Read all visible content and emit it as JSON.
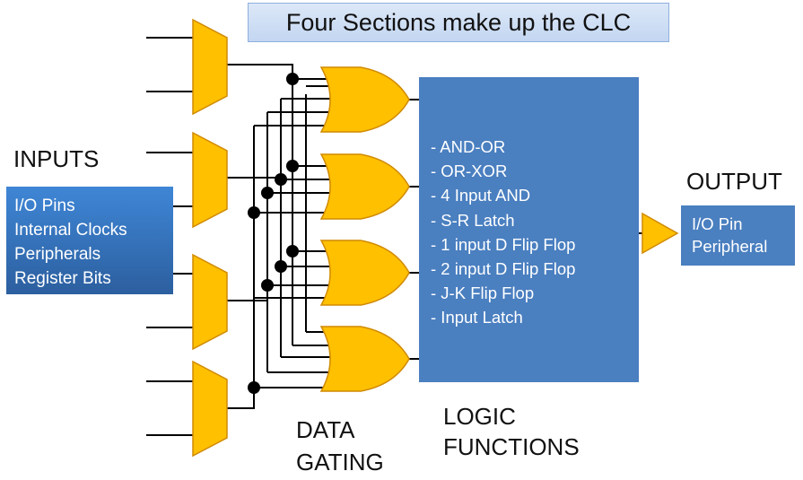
{
  "title": "Four Sections make up the CLC",
  "inputs": {
    "heading": "INPUTS",
    "items": [
      "I/O Pins",
      "Internal Clocks",
      "Peripherals",
      "Register Bits"
    ]
  },
  "data_gating": {
    "line1": "DATA",
    "line2": "GATING"
  },
  "logic_functions": {
    "line1": "LOGIC",
    "line2": "FUNCTIONS",
    "items": [
      "- AND-OR",
      "- OR-XOR",
      "- 4 Input AND",
      "- S-R Latch",
      "- 1 input D Flip Flop",
      "- 2 input D Flip Flop",
      "- J-K Flip Flop",
      "- Input Latch"
    ]
  },
  "output": {
    "heading": "OUTPUT",
    "items": [
      "I/O Pin",
      "Peripheral"
    ]
  },
  "colors": {
    "gate_fill": "#ffc000",
    "gate_stroke": "#d08a00",
    "box_blue": "#4a7fc0",
    "wire": "#000000"
  }
}
